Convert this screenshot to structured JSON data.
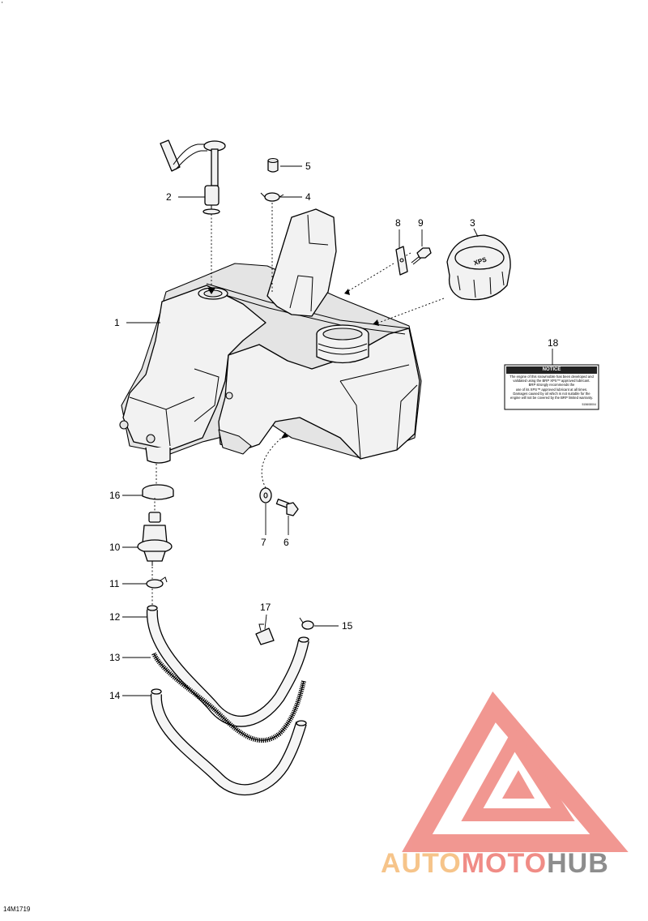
{
  "figure": {
    "id": "14M1719",
    "corner_mark": "'"
  },
  "callouts": [
    {
      "label": "1"
    },
    {
      "label": "2"
    },
    {
      "label": "3"
    },
    {
      "label": "4"
    },
    {
      "label": "5"
    },
    {
      "label": "6"
    },
    {
      "label": "7"
    },
    {
      "label": "8"
    },
    {
      "label": "9"
    },
    {
      "label": "10"
    },
    {
      "label": "11"
    },
    {
      "label": "12"
    },
    {
      "label": "13"
    },
    {
      "label": "14"
    },
    {
      "label": "15"
    },
    {
      "label": "16"
    },
    {
      "label": "17"
    },
    {
      "label": "18"
    }
  ],
  "notice_label": {
    "title": "NOTICE",
    "lines": [
      "The engine of this snowmobile has been developed and",
      "validated using the BRP XPS™ approved lubricant.",
      "BRP strongly recommends the",
      "use of its XPS™ approved lubricant at all times.",
      "Damages caused by oil which is not suitable for the",
      "engine will not be covered by the BRP limited warranty."
    ],
    "code": "515608004"
  },
  "cap_text": "XPS",
  "watermark": {
    "part1": "AUTO",
    "part2": "MOTO",
    "part3": "HUB",
    "colors": {
      "part1": "#f6c48a",
      "part2": "#f08c86",
      "part3": "#8d8d8d",
      "triangle": "#f08c86"
    }
  }
}
